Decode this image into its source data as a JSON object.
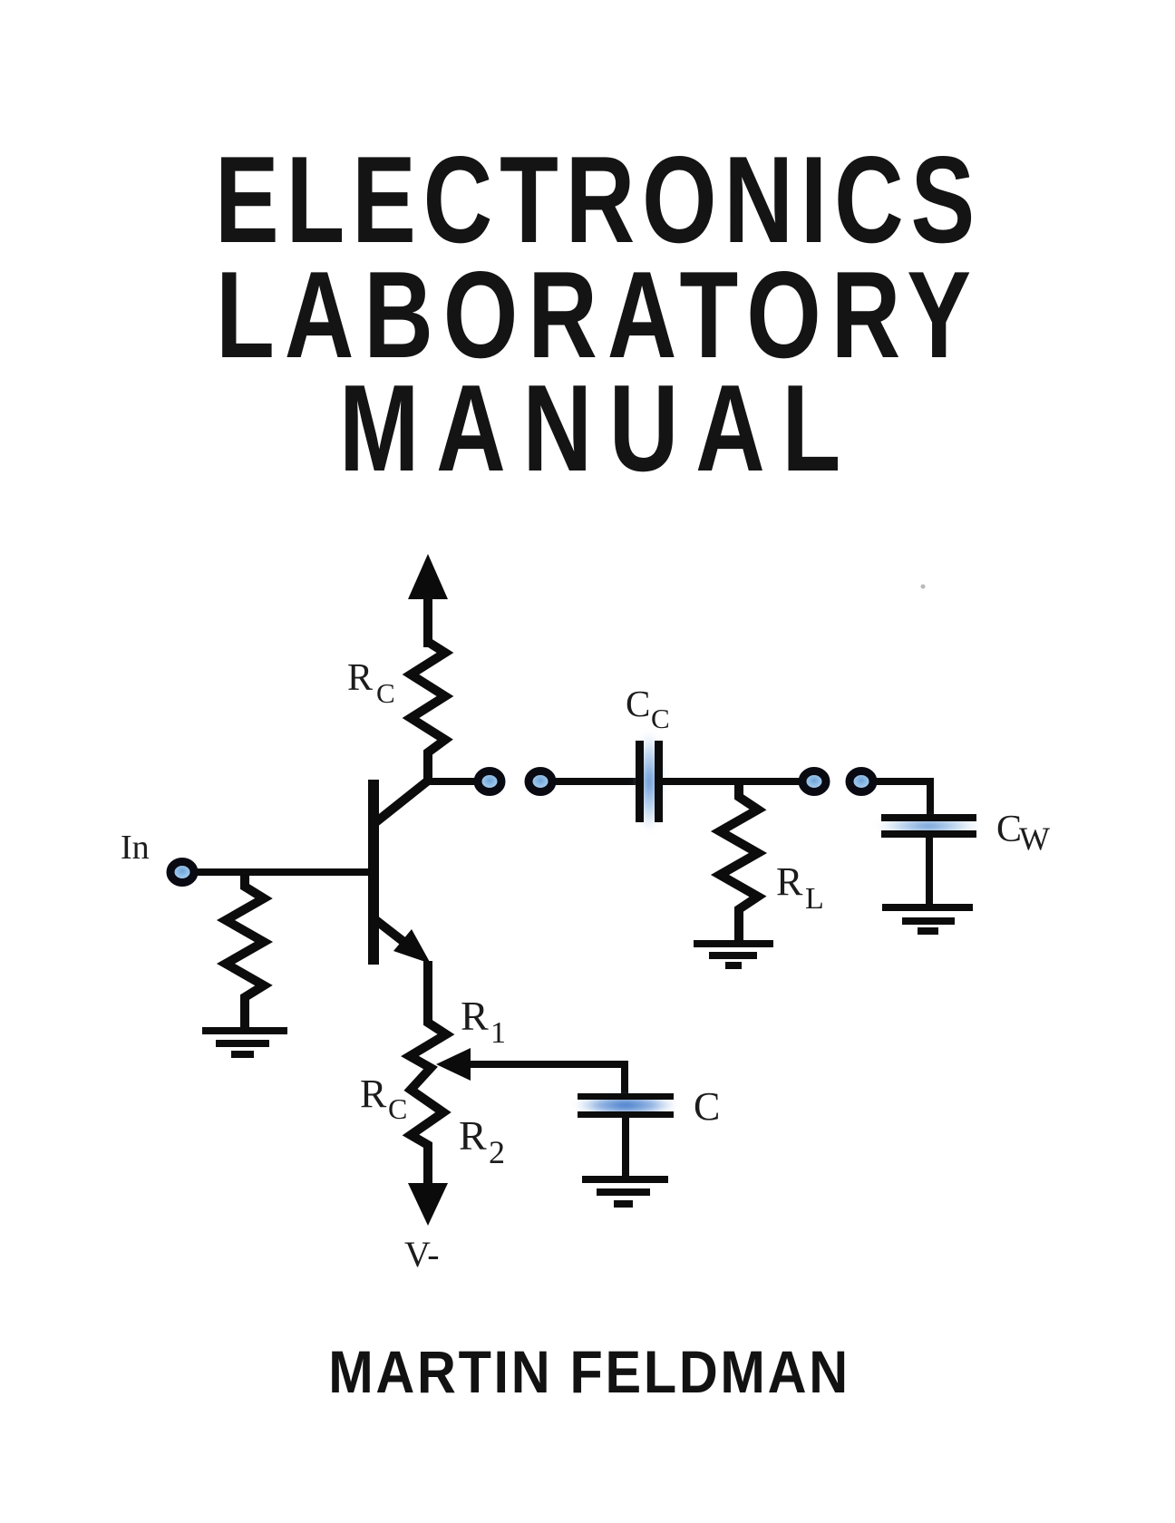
{
  "cover": {
    "title": {
      "line1": "ELECTRONICS",
      "line2": "LABORATORY",
      "line3": "MANUAL"
    },
    "author": "MARTIN FELDMAN"
  },
  "circuit": {
    "description_labels": {
      "input": "In",
      "collector_resistor": {
        "main": "R",
        "sub": "C"
      },
      "coupling_capacitor": {
        "main": "C",
        "sub": "C"
      },
      "load_resistor": {
        "main": "R",
        "sub": "L"
      },
      "wiring_capacitor": {
        "main": "C",
        "sub": "W"
      },
      "bias_resistor_upper": {
        "main": "R",
        "sub": "1"
      },
      "emitter_resistor": {
        "main": "R",
        "sub": "C"
      },
      "bias_resistor_lower": {
        "main": "R",
        "sub": "2"
      },
      "bypass_capacitor": "C",
      "negative_supply": "V-"
    },
    "colors": {
      "wire": "#0c0c0c",
      "terminal_fill": "#9cc4e8",
      "capacitor_smudge_soft": "#5b8fd2",
      "capacitor_smudge_strong": "#2f6cc4",
      "text": "#1c1c1c"
    }
  }
}
